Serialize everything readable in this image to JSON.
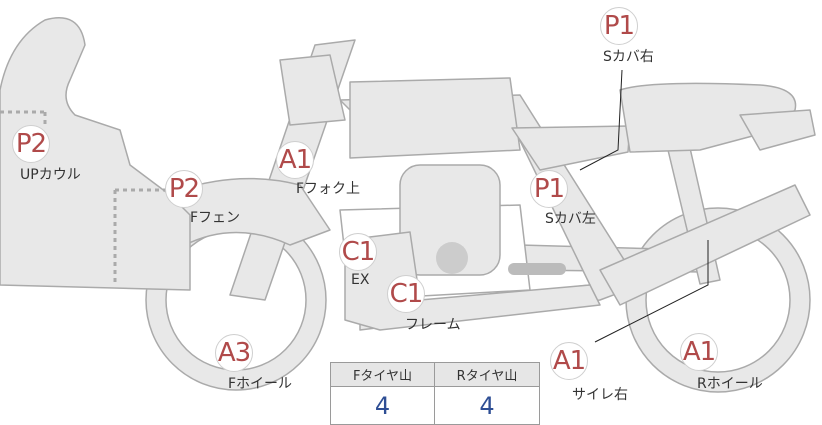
{
  "parts": [
    {
      "code": "P1",
      "label": "Sカバ右"
    },
    {
      "code": "P2",
      "label": "UPカウル"
    },
    {
      "code": "P2",
      "label": "Fフェン"
    },
    {
      "code": "A1",
      "label": "Fフォク上"
    },
    {
      "code": "P1",
      "label": "Sカバ左"
    },
    {
      "code": "C1",
      "label": "EX"
    },
    {
      "code": "C1",
      "label": "フレーム"
    },
    {
      "code": "A3",
      "label": "Fホイール"
    },
    {
      "code": "A1",
      "label": "サイレ右"
    },
    {
      "code": "A1",
      "label": "Rホイール"
    }
  ],
  "tire_table": {
    "headers": [
      "Fタイヤ山",
      "Rタイヤ山"
    ],
    "values": [
      "4",
      "4"
    ]
  },
  "colors": {
    "badge_text": "#b04a4a",
    "part_fill": "#e8e8e8",
    "part_stroke": "#aaaaaa",
    "value_text": "#2e4e94"
  }
}
